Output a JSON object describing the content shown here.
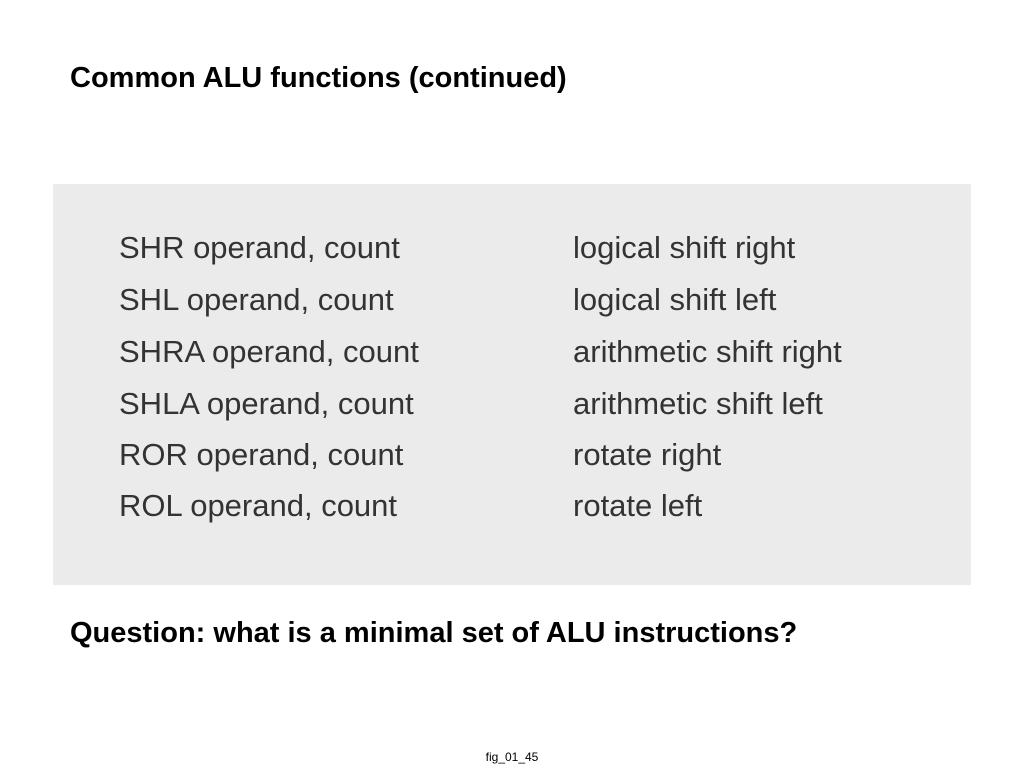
{
  "title": "Common ALU functions (continued)",
  "functions": [
    {
      "instruction": "SHR operand, count",
      "description": "logical shift right"
    },
    {
      "instruction": "SHL operand, count",
      "description": "logical shift left"
    },
    {
      "instruction": "SHRA operand, count",
      "description": "arithmetic shift right"
    },
    {
      "instruction": "SHLA operand, count",
      "description": "arithmetic shift left"
    },
    {
      "instruction": "ROR operand, count",
      "description": "rotate right"
    },
    {
      "instruction": "ROL operand, count",
      "description": "rotate left"
    }
  ],
  "question": "Question: what is a minimal set of ALU instructions?",
  "figure_label": "fig_01_45",
  "colors": {
    "panel_background": "#ebebeb",
    "table_text": "#333333"
  }
}
